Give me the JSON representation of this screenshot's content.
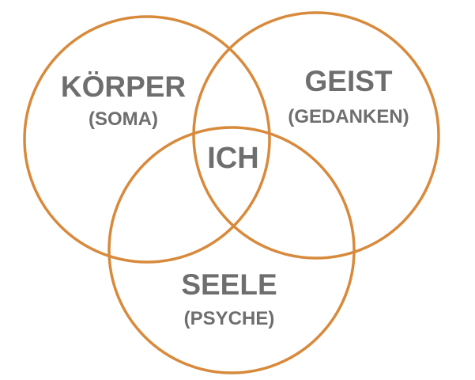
{
  "colors": {
    "circle_stroke": "#d88a3c",
    "text": "#6e6e6e",
    "background": "#ffffff"
  },
  "sets": [
    {
      "title": "KÖRPER",
      "subtitle": "(SOMA)"
    },
    {
      "title": "GEIST",
      "subtitle": "(GEDANKEN)"
    },
    {
      "title": "SEELE",
      "subtitle": "(PSYCHE)"
    }
  ],
  "intersection": {
    "label": "ICH"
  }
}
